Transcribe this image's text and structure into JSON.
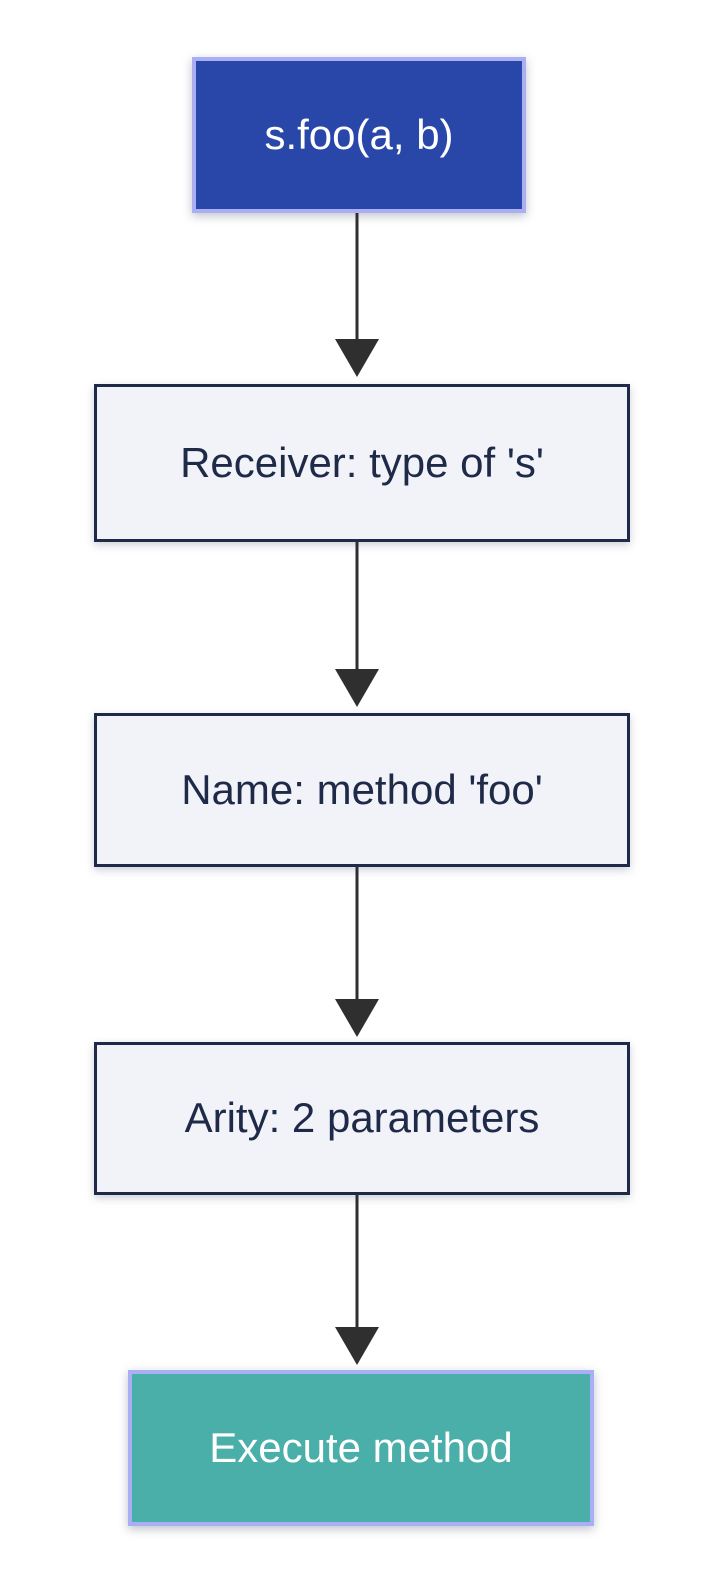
{
  "diagram": {
    "type": "flowchart",
    "direction": "top-down",
    "nodes": [
      {
        "id": "call",
        "label": "s.foo(a, b)",
        "style": "accent-blue"
      },
      {
        "id": "receiver",
        "label": "Receiver: type of 's'",
        "style": "plain"
      },
      {
        "id": "method-name",
        "label": "Name: method 'foo'",
        "style": "plain"
      },
      {
        "id": "arity",
        "label": "Arity: 2 parameters",
        "style": "plain"
      },
      {
        "id": "execute",
        "label": "Execute method",
        "style": "accent-teal"
      }
    ],
    "edges": [
      {
        "from": "call",
        "to": "receiver"
      },
      {
        "from": "receiver",
        "to": "method-name"
      },
      {
        "from": "method-name",
        "to": "arity"
      },
      {
        "from": "arity",
        "to": "execute"
      }
    ],
    "colors": {
      "background": "#FFFFFF",
      "accent_blue_fill": "#2847A8",
      "accent_teal_fill": "#4BAFA9",
      "accent_border_lavender": "#A9AFF2",
      "plain_fill": "#F1F3F9",
      "plain_border_and_text": "#1F2A48",
      "accent_text": "#FFFFFF",
      "arrow": "#2F2F2F"
    }
  }
}
